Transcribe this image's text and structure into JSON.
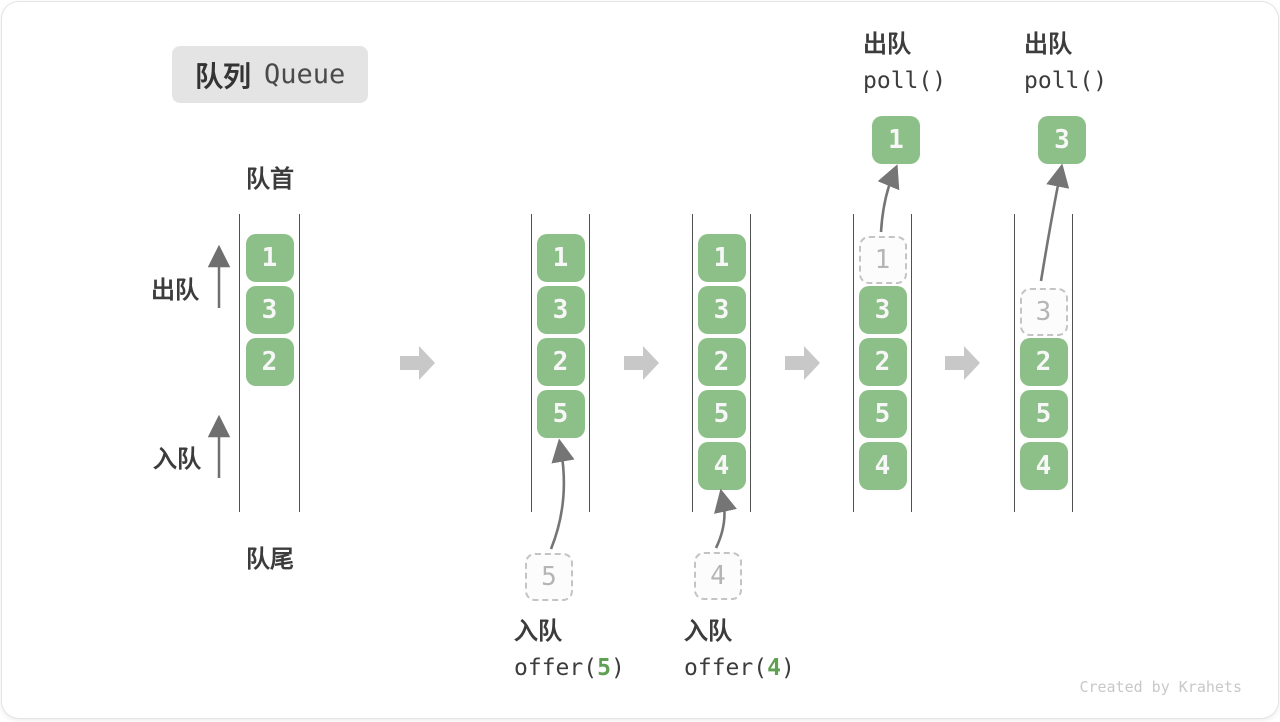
{
  "title": {
    "zh": "队列",
    "en": "Queue"
  },
  "labels": {
    "front": "队首",
    "rear": "队尾",
    "dequeue": "出队",
    "enqueue": "入队"
  },
  "operations": {
    "offer5": {
      "label": "入队",
      "code_before": "offer(",
      "arg": "5",
      "code_after": ")"
    },
    "offer4": {
      "label": "入队",
      "code_before": "offer(",
      "arg": "4",
      "code_after": ")"
    },
    "poll1": {
      "label": "出队",
      "code": "poll()"
    },
    "poll2": {
      "label": "出队",
      "code": "poll()"
    }
  },
  "queues": {
    "q1": {
      "cells": [
        "1",
        "3",
        "2"
      ]
    },
    "q2": {
      "cells": [
        "1",
        "3",
        "2",
        "5"
      ],
      "incoming": "5"
    },
    "q3": {
      "cells": [
        "1",
        "3",
        "2",
        "5",
        "4"
      ],
      "incoming": "4"
    },
    "q4": {
      "removed": "1",
      "cells": [
        "3",
        "2",
        "5",
        "4"
      ],
      "popped": "1"
    },
    "q5": {
      "removed": "3",
      "cells": [
        "2",
        "5",
        "4"
      ],
      "popped": "3"
    }
  },
  "watermark": "Created by Krahets",
  "colors": {
    "cell_green": "#8dbf88",
    "code_arg_green": "#5fa052",
    "block_arrow_gray": "#c8c8c8",
    "flow_arrow_gray": "#757575",
    "rail_gray": "#515151",
    "title_bg": "#e4e4e4",
    "text_dark": "#3c3c3c",
    "dashed_border": "#c4c4c4"
  }
}
